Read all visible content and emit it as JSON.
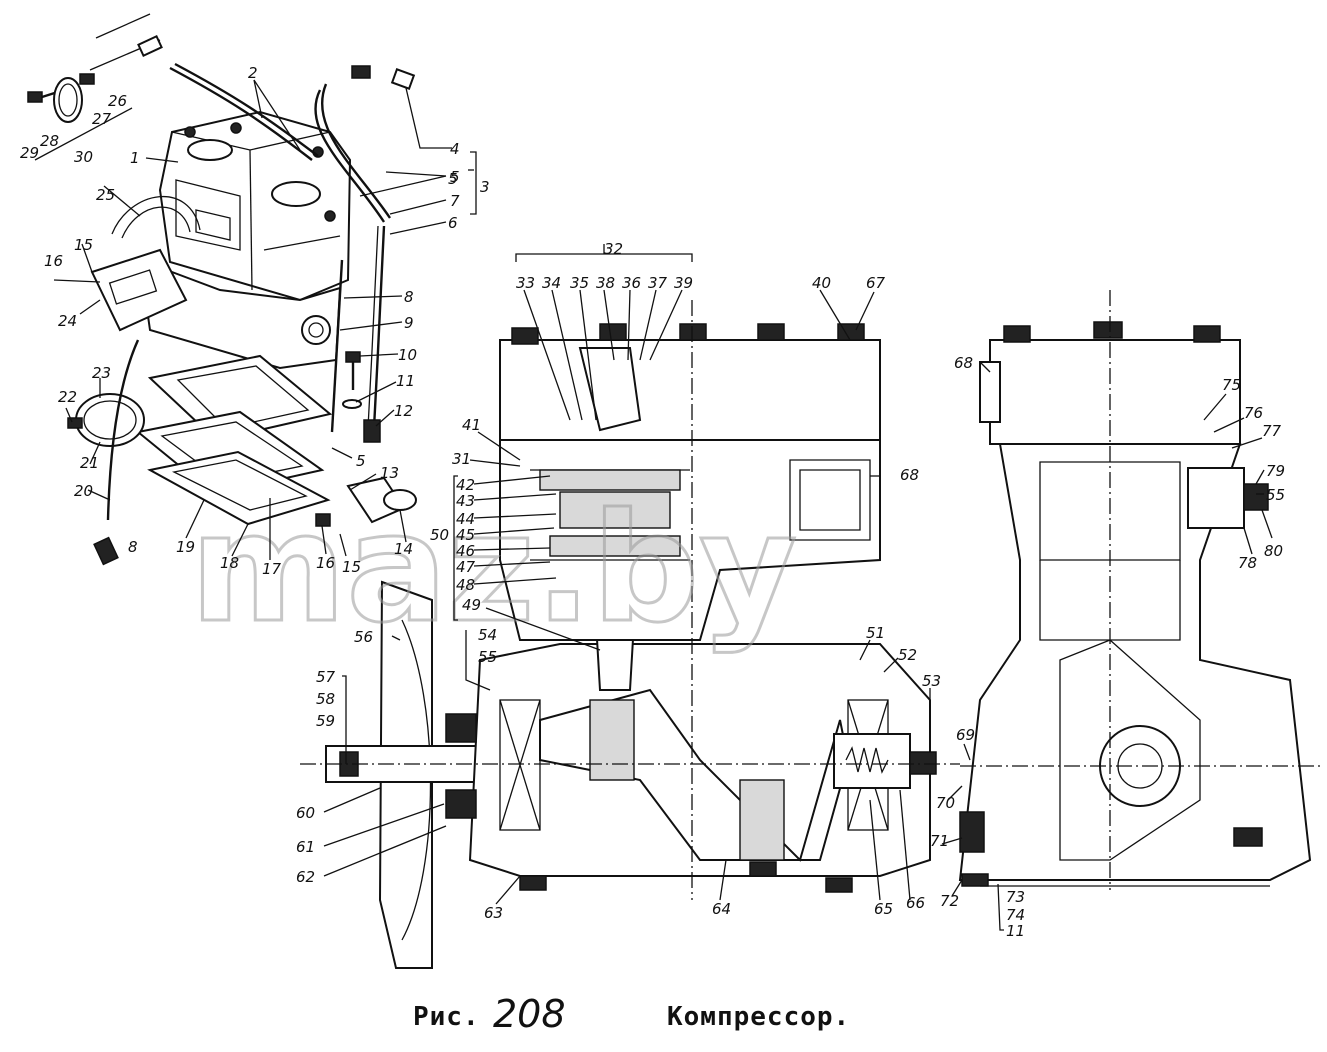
{
  "caption": {
    "prefix": "Рис.",
    "number": "208",
    "title": "Компрессор."
  },
  "watermark": "maz.by",
  "callouts": {
    "exploded": [
      "1",
      "2",
      "3",
      "4",
      "5",
      "5",
      "7",
      "6",
      "8",
      "9",
      "10",
      "11",
      "12",
      "5",
      "13",
      "14",
      "15",
      "16",
      "17",
      "18",
      "19",
      "20",
      "8",
      "21",
      "22",
      "23",
      "24",
      "15",
      "16",
      "25",
      "26",
      "27",
      "28",
      "29",
      "30"
    ],
    "front_section": [
      "32",
      "33",
      "34",
      "35",
      "38",
      "36",
      "37",
      "39",
      "40",
      "67",
      "41",
      "31",
      "42",
      "43",
      "44",
      "45",
      "50",
      "46",
      "47",
      "48",
      "49",
      "68",
      "56",
      "54",
      "55",
      "51",
      "52",
      "53",
      "57",
      "58",
      "59",
      "60",
      "61",
      "62",
      "63",
      "64",
      "65",
      "66"
    ],
    "side_section": [
      "68",
      "75",
      "76",
      "77",
      "79",
      "55",
      "78",
      "80",
      "69",
      "70",
      "71",
      "72",
      "73",
      "74",
      "11"
    ]
  }
}
